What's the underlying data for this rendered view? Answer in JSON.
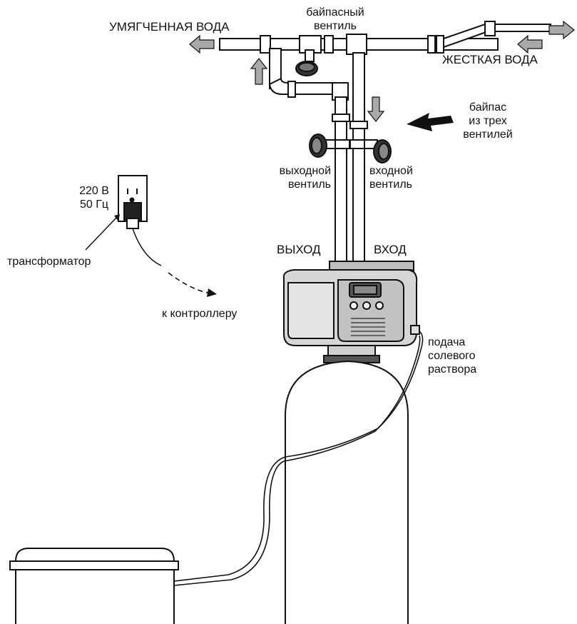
{
  "labels": {
    "soft_water": "УМЯГЧЕННАЯ ВОДА",
    "hard_water": "ЖЕСТКАЯ ВОДА",
    "bypass_valve_l1": "байпасный",
    "bypass_valve_l2": "вентиль",
    "three_valve_bypass_l1": "байпас",
    "three_valve_bypass_l2": "из трех",
    "three_valve_bypass_l3": "вентилей",
    "outlet_valve_l1": "выходной",
    "outlet_valve_l2": "вентиль",
    "inlet_valve_l1": "входной",
    "inlet_valve_l2": "вентиль",
    "outlet": "ВЫХОД",
    "inlet": "ВХОД",
    "voltage": "220 В",
    "frequency": "50 Гц",
    "transformer": "трансформатор",
    "to_controller": "к контроллеру",
    "brine_l1": "подача",
    "brine_l2": "солевого",
    "brine_l3": "раствора"
  },
  "colors": {
    "line": "#111111",
    "flow_arrow": "#a9a9a9",
    "controller_body": "#d6d6d6",
    "controller_dark": "#555555"
  }
}
